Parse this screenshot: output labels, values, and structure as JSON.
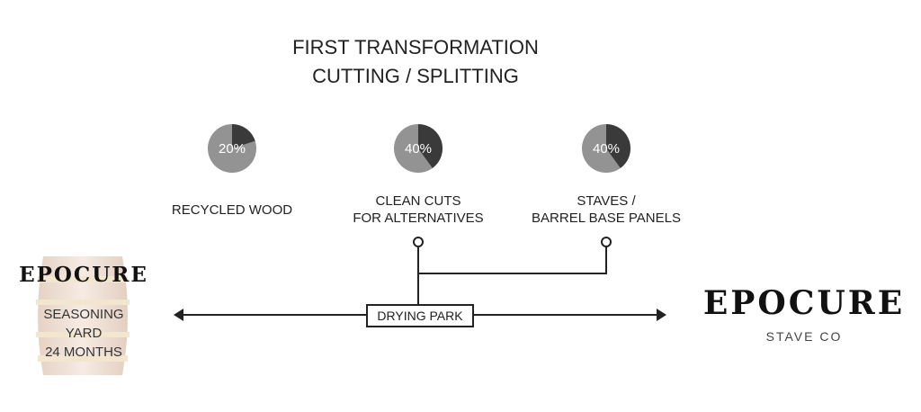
{
  "title": {
    "line1": "FIRST TRANSFORMATION",
    "line2": "CUTTING / SPLITTING"
  },
  "chart_data": {
    "type": "pie",
    "charts": [
      {
        "label": "RECYCLED WOOD",
        "value": 20,
        "text": "20%"
      },
      {
        "label_lines": [
          "CLEAN CUTS",
          "FOR ALTERNATIVES"
        ],
        "value": 40,
        "text": "40%"
      },
      {
        "label_lines": [
          "STAVES /",
          "BARREL BASE PANELS"
        ],
        "value": 40,
        "text": "40%"
      }
    ],
    "colors": {
      "slice": "#3a3a3a",
      "rest": "#939393"
    }
  },
  "barrel": {
    "logo": "EPOCURE",
    "line1": "SEASONING",
    "line2": "YARD",
    "line3": "24 MONTHS"
  },
  "flow": {
    "box_label": "DRYING PARK"
  },
  "brand": {
    "logo": "EPOCURE",
    "sub": "STAVE CO"
  }
}
